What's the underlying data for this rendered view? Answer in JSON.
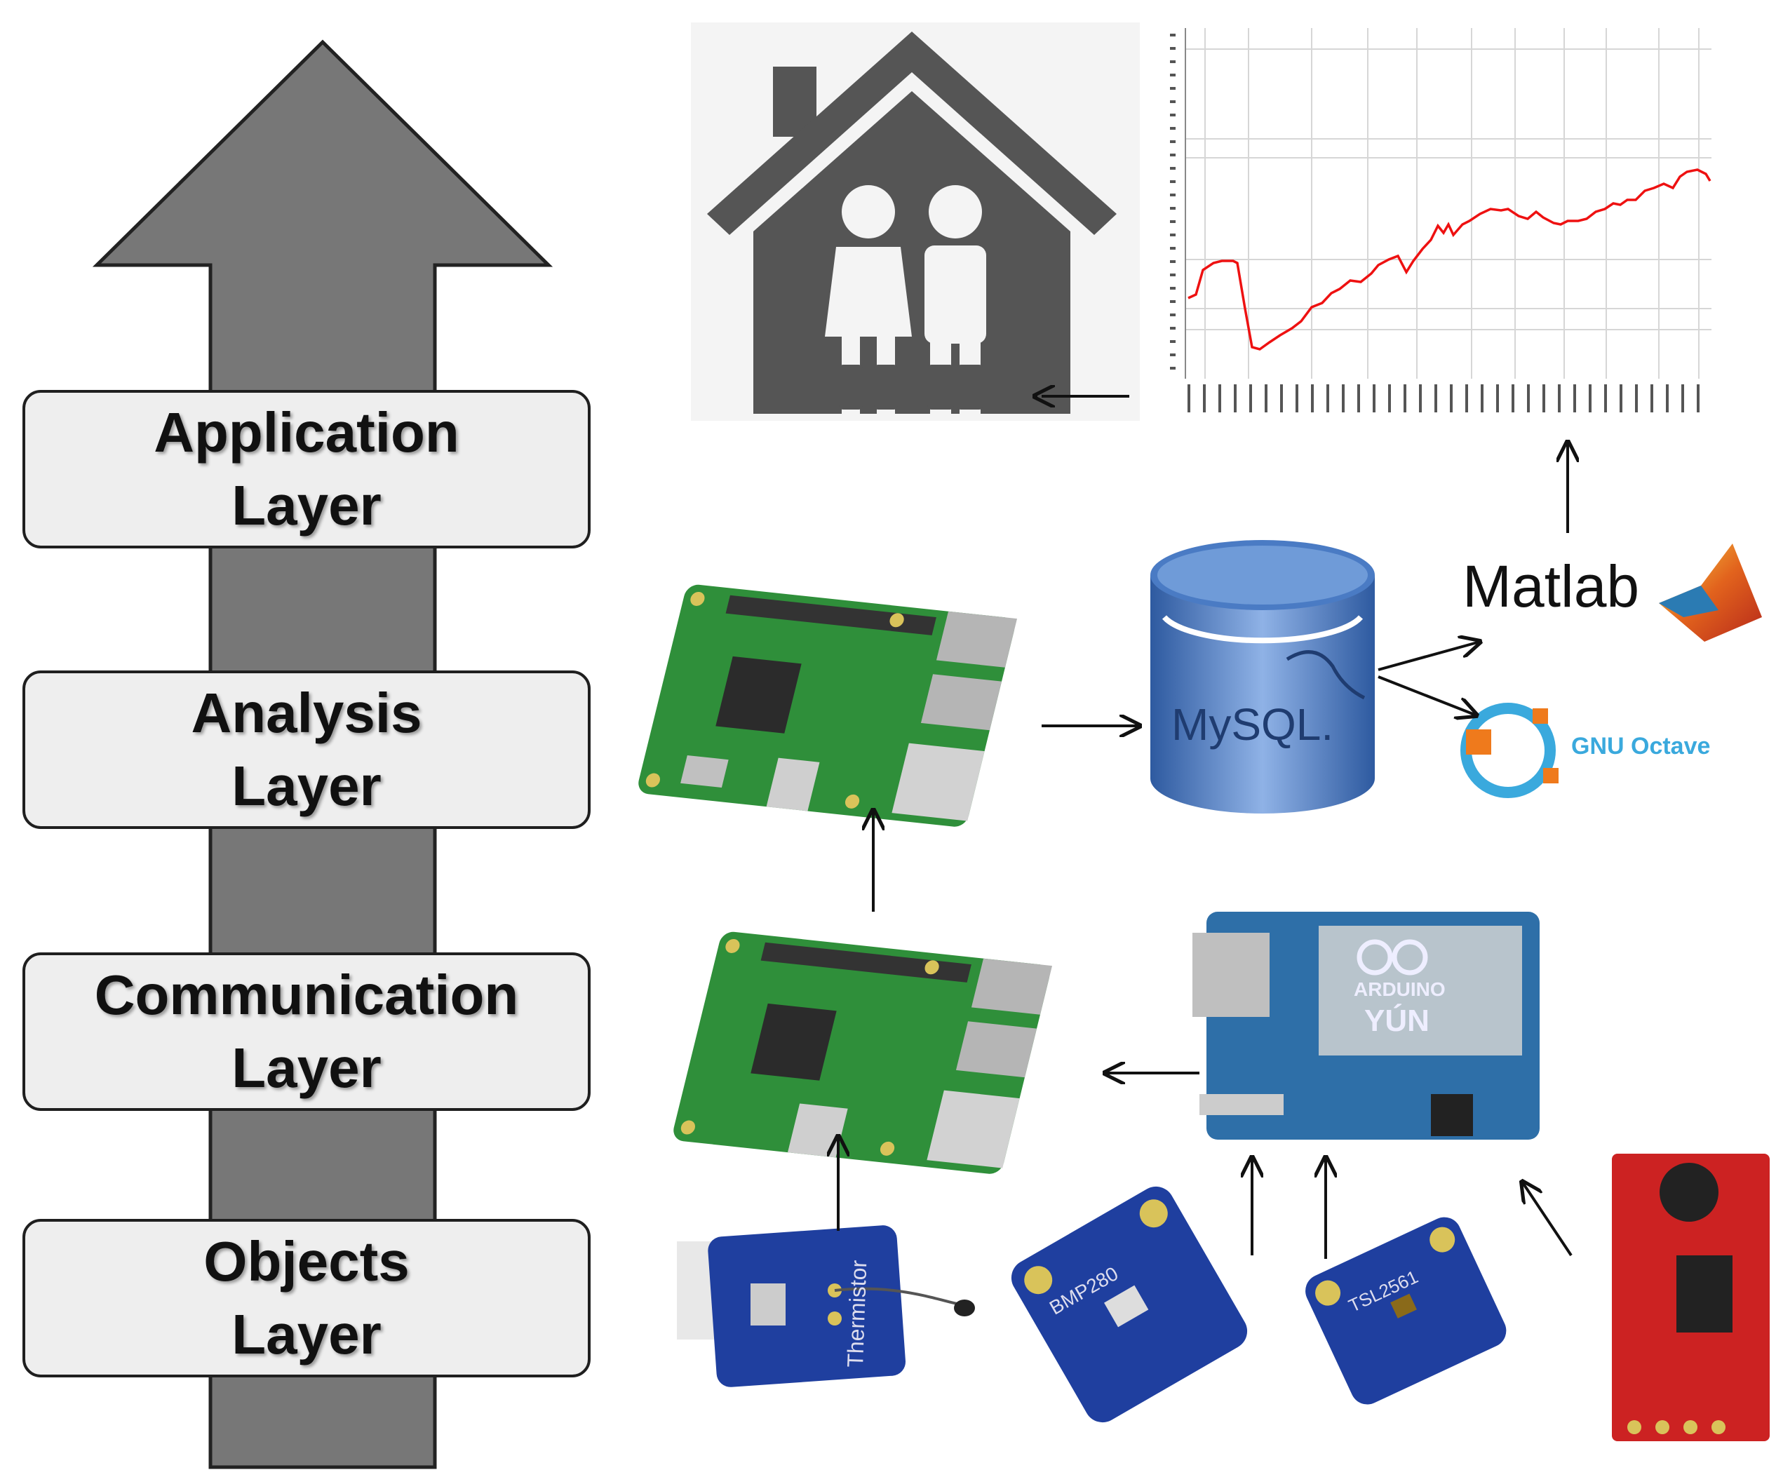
{
  "layers": [
    {
      "line1": "Application",
      "line2": "Layer"
    },
    {
      "line1": "Analysis",
      "line2": "Layer"
    },
    {
      "line1": "Communication",
      "line2": "Layer"
    },
    {
      "line1": "Objects",
      "line2": "Layer"
    }
  ],
  "software": {
    "mysql_label": "MySQL.",
    "matlab_label": "Matlab",
    "octave_label": "GNU Octave"
  },
  "boards": {
    "arduino_label_1": "ARDUINO",
    "arduino_label_2": "YÚN",
    "thermistor_label": "Thermistor",
    "bmp_label": "BMP280",
    "tsl_label": "TSL2561"
  },
  "colors": {
    "arrow": "#777777",
    "box": "#eeeeee",
    "house": "#555555",
    "pi_board": "#2f8f3a",
    "arduino_board": "#2e6fa8",
    "sensor_blue": "#1f3f9f",
    "sensor_red": "#cc2222",
    "plot_line": "#ee1111",
    "mysql_blue": "#3f6fb4"
  }
}
